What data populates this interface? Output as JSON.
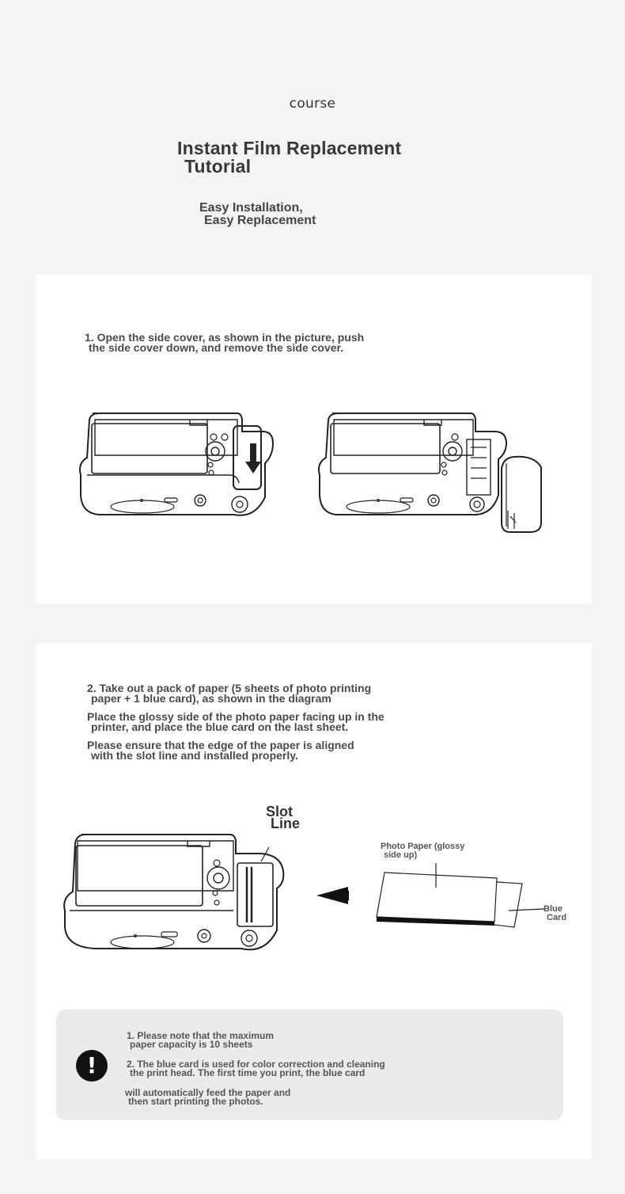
{
  "header": {
    "course": "course",
    "title_line1": "Instant Film Replacement",
    "title_line2": "Tutorial",
    "subtitle_line1": "Easy Installation,",
    "subtitle_line2": "Easy Replacement"
  },
  "step1": {
    "line1": "1. Open the side cover, as shown in the picture, push",
    "line2": "the side cover down, and remove the side cover."
  },
  "step2": {
    "p1_line1": "2. Take out a pack of paper (5 sheets of photo printing",
    "p1_line2": "paper + 1 blue card), as shown in the diagram",
    "p2_line1": "Place the glossy side of the photo paper facing up in the",
    "p2_line2": "printer, and place the blue card on the last sheet.",
    "p3_line1": "Please ensure that the edge of the paper is aligned",
    "p3_line2": "with the slot line and installed properly.",
    "slot_line1": "Slot",
    "slot_line2": "Line",
    "photo_paper_line1": "Photo Paper (glossy",
    "photo_paper_line2": "side up)",
    "blue_card_line1": "Blue",
    "blue_card_line2": "Card"
  },
  "notes": {
    "icon": "exclamation-icon",
    "n1_line1": "1. Please note that the maximum",
    "n1_line2": "paper capacity is 10 sheets",
    "n2_line1": "2. The blue card is used for color correction and cleaning",
    "n2_line2": "the print head. The first time you print, the blue card",
    "n3_line1": "will automatically feed the paper and",
    "n3_line2": "then start printing the photos."
  }
}
